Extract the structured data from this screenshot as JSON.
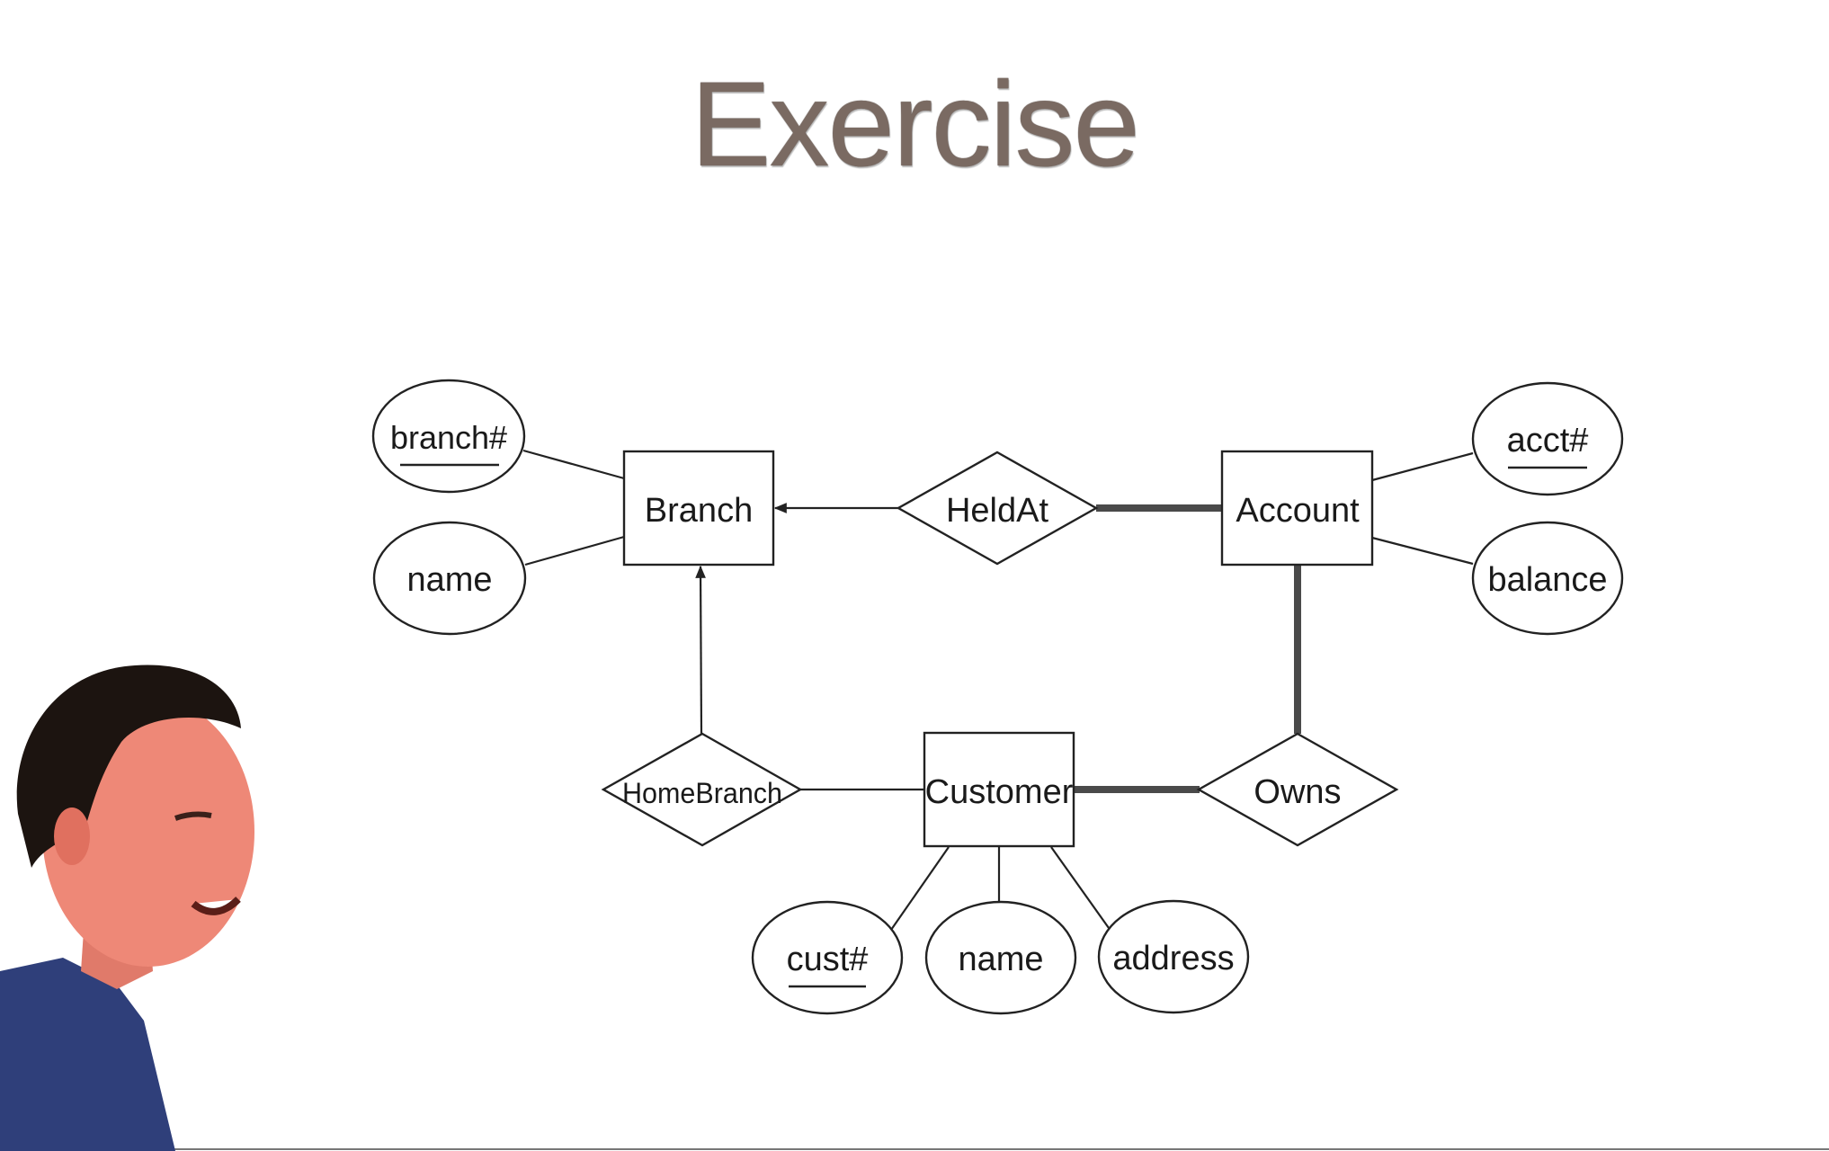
{
  "slide": {
    "title": "Exercise"
  },
  "entities": {
    "branch": "Branch",
    "account": "Account",
    "customer": "Customer"
  },
  "relationships": {
    "held_at": "HeldAt",
    "home_branch": "HomeBranch",
    "owns": "Owns"
  },
  "attributes": {
    "branch_key": "branch#",
    "branch_name": "name",
    "acct_key": "acct#",
    "balance": "balance",
    "cust_key": "cust#",
    "cust_name": "name",
    "address": "address"
  },
  "colors": {
    "title": "#7a6a62",
    "line": "#222222",
    "total_participation": "#4a4a4a"
  }
}
